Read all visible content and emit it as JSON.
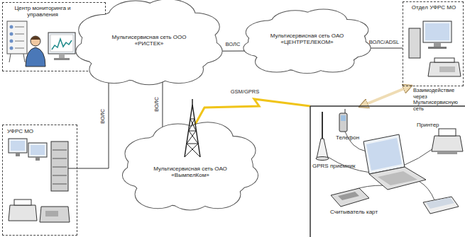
{
  "diagram": {
    "nodes": [
      {
        "text": [
          "Центр мониторинга и управления"
        ]
      },
      {
        "text": [
          "Мультисервисная сеть ООО «РИСТЕК»"
        ]
      },
      {
        "text": [
          "Мультисервисная сеть ОАО «ЦЕНТРТЕЛЕКОМ»"
        ]
      },
      {
        "text": [
          "Отдел УФРС МО"
        ]
      },
      {
        "text": [
          "УФРС МО"
        ]
      },
      {
        "text": [
          "Мультисервисная сеть ОАО «ВымпелКом»"
        ]
      },
      {
        "text": [
          "Принтер",
          "Телефон",
          "GPRS приемник",
          "Считыватель карт"
        ]
      }
    ],
    "edges": [
      {
        "from": 1,
        "to": 2,
        "label": "ВОЛС",
        "arrow": "none"
      },
      {
        "from": 2,
        "to": 3,
        "label": "ВОЛС/ADSL",
        "arrow": "none"
      },
      {
        "from": 1,
        "to": 4,
        "label": "ВОЛС",
        "arrow": "none"
      },
      {
        "from": 1,
        "to": 5,
        "label": "ВОЛС",
        "arrow": "none"
      },
      {
        "from": 5,
        "to": 6,
        "label": "GSM/GPRS",
        "arrow": "none"
      },
      {
        "from": 3,
        "to": 6,
        "label": "Взаимодействие через Мультисервисную сеть",
        "arrow": "both"
      }
    ]
  }
}
